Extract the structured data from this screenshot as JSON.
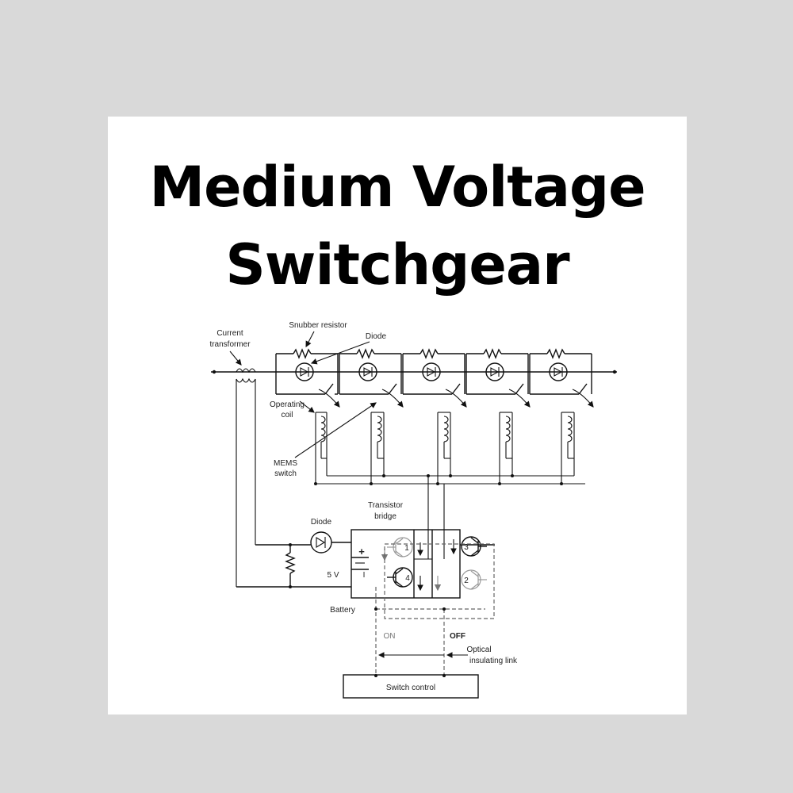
{
  "title": {
    "line1": "Medium Voltage",
    "line2": "Switchgear"
  },
  "labels": {
    "current_transformer_1": "Current",
    "current_transformer_2": "transformer",
    "snubber_resistor": "Snubber resistor",
    "diode_top": "Diode",
    "operating_coil_1": "Operating",
    "operating_coil_2": "coil",
    "mems_switch_1": "MEMS",
    "mems_switch_2": "switch",
    "transistor_bridge_1": "Transistor",
    "transistor_bridge_2": "bridge",
    "diode_bottom": "Diode",
    "plus": "+",
    "voltage": "5 V",
    "battery": "Battery",
    "on": "ON",
    "off": "OFF",
    "optical_link_1": "Optical",
    "optical_link_2": "insulating link",
    "switch_control": "Switch control",
    "transistor_1": "1",
    "transistor_2": "2",
    "transistor_3": "3",
    "transistor_4": "4"
  }
}
